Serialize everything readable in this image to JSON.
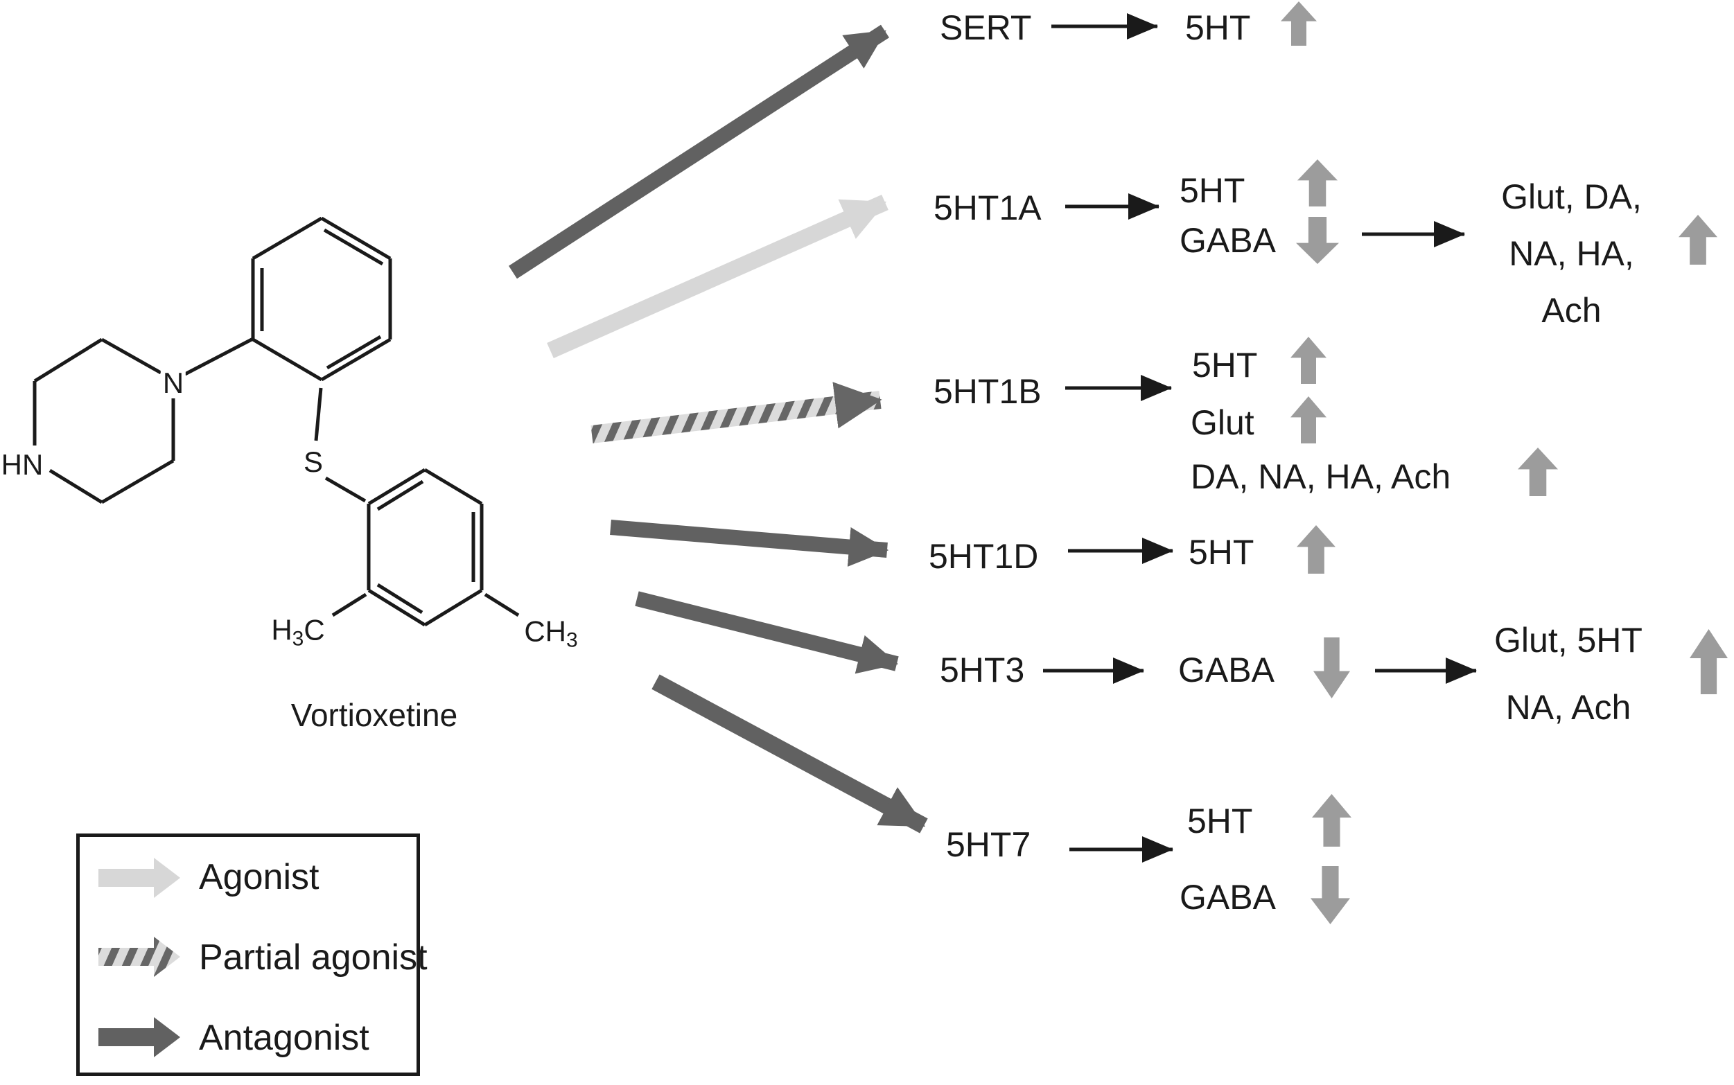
{
  "molecule": {
    "name": "Vortioxetine",
    "atoms": {
      "n": "N",
      "hn": "HN",
      "s": "S",
      "h3c_h": "H",
      "h3c_sub": "3",
      "h3c_c": "C",
      "ch3_main": "CH",
      "ch3_sub": "3"
    }
  },
  "rows": [
    {
      "receptor": "SERT",
      "binding_type": "antagonist",
      "effects": [
        {
          "label": "5HT",
          "dir": "up"
        }
      ]
    },
    {
      "receptor": "5HT1A",
      "binding_type": "agonist",
      "effects": [
        {
          "label": "5HT",
          "dir": "up"
        },
        {
          "label": "GABA",
          "dir": "down"
        }
      ],
      "downstream": {
        "line1": "Glut, DA,",
        "line2": "NA, HA,",
        "line3": "Ach",
        "dir": "up"
      }
    },
    {
      "receptor": "5HT1B",
      "binding_type": "partial agonist",
      "effects": [
        {
          "label": "5HT",
          "dir": "up"
        },
        {
          "label": "Glut",
          "dir": "up"
        },
        {
          "label": "DA, NA, HA, Ach",
          "dir": "up"
        }
      ]
    },
    {
      "receptor": "5HT1D",
      "binding_type": "antagonist",
      "effects": [
        {
          "label": "5HT",
          "dir": "up"
        }
      ]
    },
    {
      "receptor": "5HT3",
      "binding_type": "antagonist",
      "effects": [
        {
          "label": "GABA",
          "dir": "down"
        }
      ],
      "downstream": {
        "line1": "Glut, 5HT",
        "line2": "NA, Ach",
        "dir": "up"
      }
    },
    {
      "receptor": "5HT7",
      "binding_type": "antagonist",
      "effects": [
        {
          "label": "5HT",
          "dir": "up"
        },
        {
          "label": "GABA",
          "dir": "down"
        }
      ]
    }
  ],
  "legend": {
    "agonist": "Agonist",
    "partial": "Partial agonist",
    "antagonist": "Antagonist"
  },
  "colors": {
    "text": "#1a1a1a",
    "antagonist": "#616161",
    "agonist": "#d7d7d7",
    "hatch_dark": "#666666",
    "hatch_light": "#dcdcdc",
    "updown": "#9c9c9c"
  }
}
